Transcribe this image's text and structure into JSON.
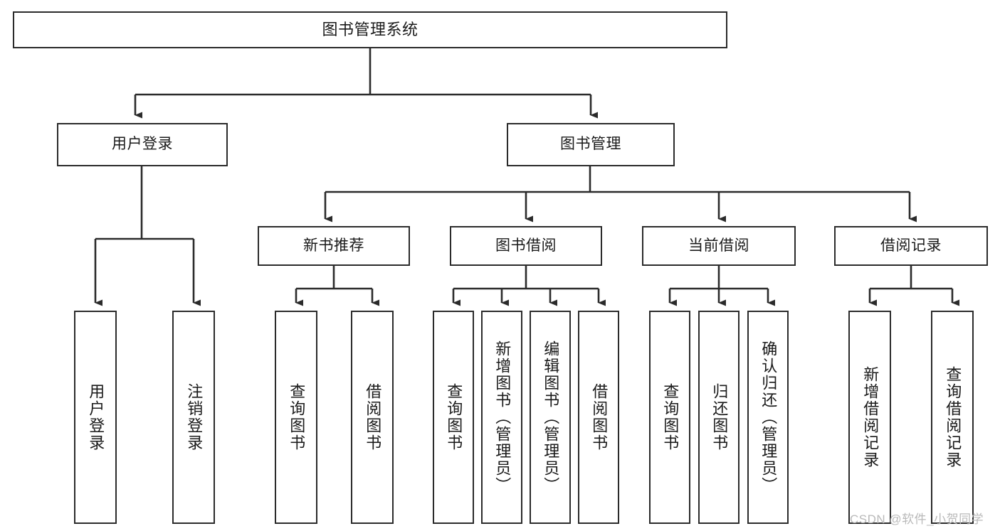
{
  "diagram": {
    "type": "tree-hierarchy-chart",
    "title": "图书管理系统",
    "colors": {
      "stroke": "#2b2b2b",
      "fill": "#ffffff",
      "text": "#1a1a1a",
      "watermark": "#b9b9b9"
    },
    "root": {
      "label": "图书管理系统"
    },
    "level2": [
      {
        "id": "user-login",
        "label": "用户登录"
      },
      {
        "id": "book-management",
        "label": "图书管理"
      }
    ],
    "level3": [
      {
        "id": "new-book-recommend",
        "label": "新书推荐"
      },
      {
        "id": "book-borrow",
        "label": "图书借阅"
      },
      {
        "id": "current-borrow",
        "label": "当前借阅"
      },
      {
        "id": "borrow-record",
        "label": "借阅记录"
      }
    ],
    "leaves": {
      "user_login": [
        {
          "id": "leaf-user-login",
          "label": "用户登录"
        },
        {
          "id": "leaf-user-logout",
          "label": "注销登录"
        }
      ],
      "new_book_recommend": [
        {
          "id": "leaf-query-book-1",
          "label": "查询图书"
        },
        {
          "id": "leaf-borrow-book-1",
          "label": "借阅图书"
        }
      ],
      "book_borrow": [
        {
          "id": "leaf-query-book-2",
          "label": "查询图书"
        },
        {
          "id": "leaf-add-book",
          "label": "新增图书（管理员）"
        },
        {
          "id": "leaf-edit-book",
          "label": "编辑图书（管理员）"
        },
        {
          "id": "leaf-borrow-book-2",
          "label": "借阅图书"
        }
      ],
      "current_borrow": [
        {
          "id": "leaf-query-book-3",
          "label": "查询图书"
        },
        {
          "id": "leaf-return-book",
          "label": "归还图书"
        },
        {
          "id": "leaf-confirm-return",
          "label": "确认归还（管理员）"
        }
      ],
      "borrow_record": [
        {
          "id": "leaf-add-record",
          "label": "新增借阅记录"
        },
        {
          "id": "leaf-query-record",
          "label": "查询借阅记录"
        }
      ]
    }
  },
  "watermark": {
    "text": "CSDN @软件_小贺同学"
  }
}
